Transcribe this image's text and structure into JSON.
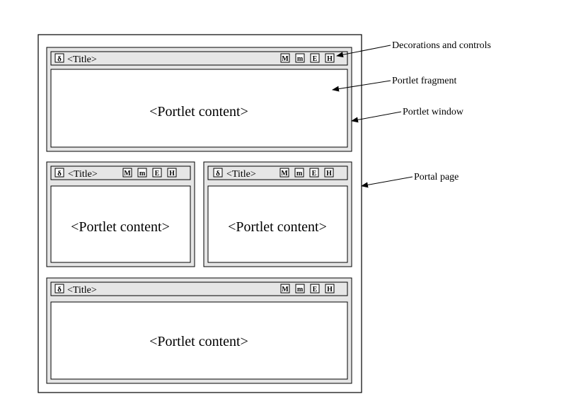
{
  "colors": {
    "page_border": "#000000",
    "window_fill": "#e6e6e6",
    "fragment_fill": "#ffffff",
    "line": "#000000"
  },
  "portlets": [
    {
      "title": "<Title>",
      "content": "<Portlet content>",
      "menu_icon": "δ",
      "buttons": [
        "M",
        "m",
        "E",
        "H"
      ]
    },
    {
      "title": "<Title>",
      "content": "<Portlet content>",
      "menu_icon": "δ",
      "buttons": [
        "M",
        "m",
        "E",
        "H"
      ]
    },
    {
      "title": "<Title>",
      "content": "<Portlet content>",
      "menu_icon": "δ",
      "buttons": [
        "M",
        "m",
        "E",
        "H"
      ]
    },
    {
      "title": "<Title>",
      "content": "<Portlet content>",
      "menu_icon": "δ",
      "buttons": [
        "M",
        "m",
        "E",
        "H"
      ]
    }
  ],
  "annotations": {
    "decorations": "Decorations and controls",
    "fragment": "Portlet fragment",
    "window": "Portlet window",
    "page": "Portal page"
  }
}
